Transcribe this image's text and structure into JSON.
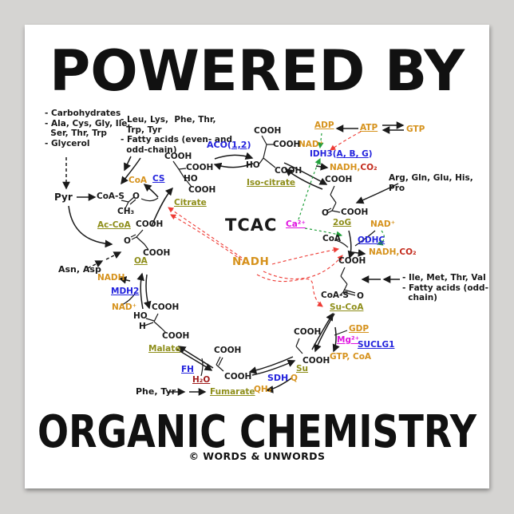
{
  "poster": {
    "title_top": "POWERED BY",
    "title_bottom": "ORGANIC CHEMISTRY",
    "credit": "© WORDS & UNWORDS"
  },
  "colors": {
    "background": "#d5d4d2",
    "poster": "#ffffff",
    "ink": "#1a1a1a",
    "cofactor_orange": "#d6921c",
    "metabolite_olive": "#8e8e1a",
    "enzyme_blue": "#2323dd",
    "ion_magenta": "#e012e0",
    "co2_red": "#c32a1c",
    "water_darkred": "#a21f1f",
    "inhibition_red": "#ee3b35",
    "activation_green": "#22a03c"
  },
  "diagram": {
    "center": "TCAC",
    "nadh_hub": "NADH",
    "inputs": {
      "carbs": "- Carbohydrates\n- Ala, Cys, Gly, Ile,\n  Ser, Thr, Trp\n- Glycerol",
      "amino_acetyl": "- Leu, Lys,  Phe, Thr,\n  Trp, Tyr\n- Fatty acids (even- and\n  odd-chain)",
      "amino_2og": "Arg, Gln, Glu, His,\nPro",
      "amino_sucoa": "- Ile, Met, Thr, Val\n- Fatty acids (odd-\n  chain)",
      "amino_oa": "Asn, Asp",
      "amino_fumarate": "Phe, Tyr"
    },
    "metabolites": {
      "pyruvate": "Pyr",
      "acetyl_coa": "Ac-CoA",
      "citrate": "Citrate",
      "isocitrate": "Iso-citrate",
      "oxoglutarate": "2oG",
      "succinyl_coa": "Su-CoA",
      "succinate": "Su",
      "fumarate": "Fumarate",
      "malate": "Malate",
      "oxaloacetate": "OA"
    },
    "enzymes": {
      "cs": "CS",
      "aco_prefix": "ACO(",
      "aco_isoforms": "1,2",
      "aco_suffix": ")",
      "idh_prefix": "IDH3(",
      "idh_isoforms": "A, B, G",
      "idh_suffix": ")",
      "odhc": "ODHC",
      "suclg1": "SUCLG1",
      "sdh": "SDH",
      "fh": "FH",
      "mdh2": "MDH2"
    },
    "cofactors": {
      "coa": "CoA",
      "nad_plus": "NAD⁺",
      "nadh": "NADH",
      "nadh_comma": "NADH,",
      "co2": "CO₂",
      "adp": "ADP",
      "atp": "ATP",
      "gtp": "GTP",
      "gdp": "GDP",
      "gtp_coa": "GTP, CoA",
      "q": "Q",
      "qh2": "QH₂",
      "h2o": "H₂O",
      "calcium": "Ca²⁺",
      "magnesium": "Mg²⁺"
    },
    "structure": {
      "cooh": "COOH",
      "ho": "HO",
      "h": "H",
      "o": "O",
      "ch3": "CH₃",
      "coa_s": "CoA-S"
    }
  }
}
